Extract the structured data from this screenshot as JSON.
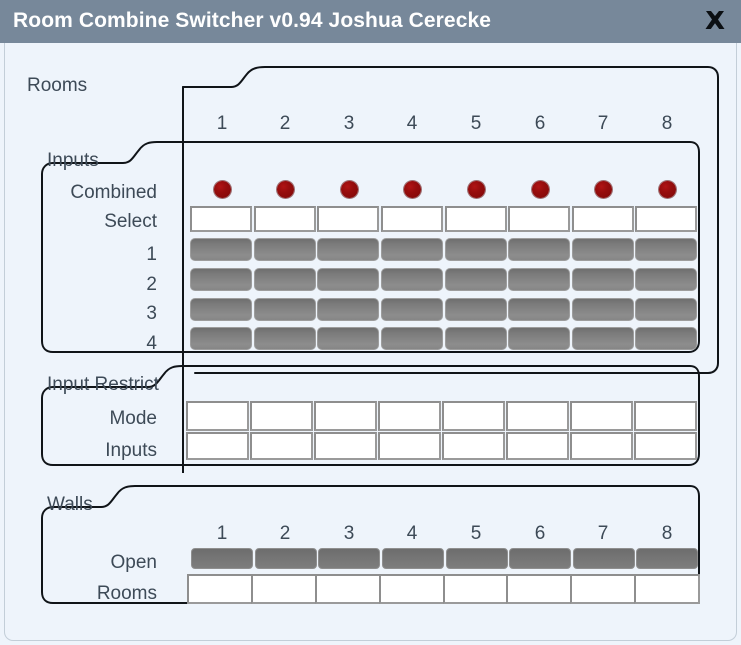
{
  "window": {
    "title": "Room Combine Switcher v0.94 Joshua Cerecke",
    "close_icon": "close-icon",
    "titlebar_color": "#77889a",
    "background_color": "#eef4fb",
    "border_color": "#101418"
  },
  "groups": {
    "rooms": {
      "label": "Rooms"
    },
    "inputs": {
      "label": "Inputs"
    },
    "input_restrict": {
      "label": "Input Restrict"
    },
    "walls": {
      "label": "Walls"
    }
  },
  "columns": {
    "rooms": [
      "1",
      "2",
      "3",
      "4",
      "5",
      "6",
      "7",
      "8"
    ],
    "walls": [
      "1",
      "2",
      "3",
      "4",
      "5",
      "6",
      "7",
      "8"
    ]
  },
  "inputs_section": {
    "rows": [
      {
        "label": "Combined",
        "type": "led"
      },
      {
        "label": "Select",
        "type": "textbox"
      },
      {
        "label": "1",
        "type": "button"
      },
      {
        "label": "2",
        "type": "button"
      },
      {
        "label": "3",
        "type": "button"
      },
      {
        "label": "4",
        "type": "button"
      }
    ],
    "led_color": "#8e0d0d",
    "button_color": "#7d7d7d",
    "textbox_values": [
      "",
      "",
      "",
      "",
      "",
      "",
      "",
      ""
    ],
    "button_labels": [
      [
        "",
        "",
        "",
        "",
        "",
        "",
        "",
        ""
      ],
      [
        "",
        "",
        "",
        "",
        "",
        "",
        "",
        ""
      ],
      [
        "",
        "",
        "",
        "",
        "",
        "",
        "",
        ""
      ],
      [
        "",
        "",
        "",
        "",
        "",
        "",
        "",
        ""
      ]
    ]
  },
  "input_restrict_section": {
    "rows": [
      {
        "label": "Mode",
        "type": "textbox"
      },
      {
        "label": "Inputs",
        "type": "textbox"
      }
    ],
    "mode_values": [
      "",
      "",
      "",
      "",
      "",
      "",
      "",
      ""
    ],
    "inputs_values": [
      "",
      "",
      "",
      "",
      "",
      "",
      "",
      ""
    ]
  },
  "walls_section": {
    "rows": [
      {
        "label": "Open",
        "type": "button"
      },
      {
        "label": "Rooms",
        "type": "textbox"
      }
    ],
    "open_labels": [
      "",
      "",
      "",
      "",
      "",
      "",
      "",
      ""
    ],
    "rooms_values": [
      "",
      "",
      "",
      "",
      "",
      "",
      "",
      ""
    ]
  }
}
